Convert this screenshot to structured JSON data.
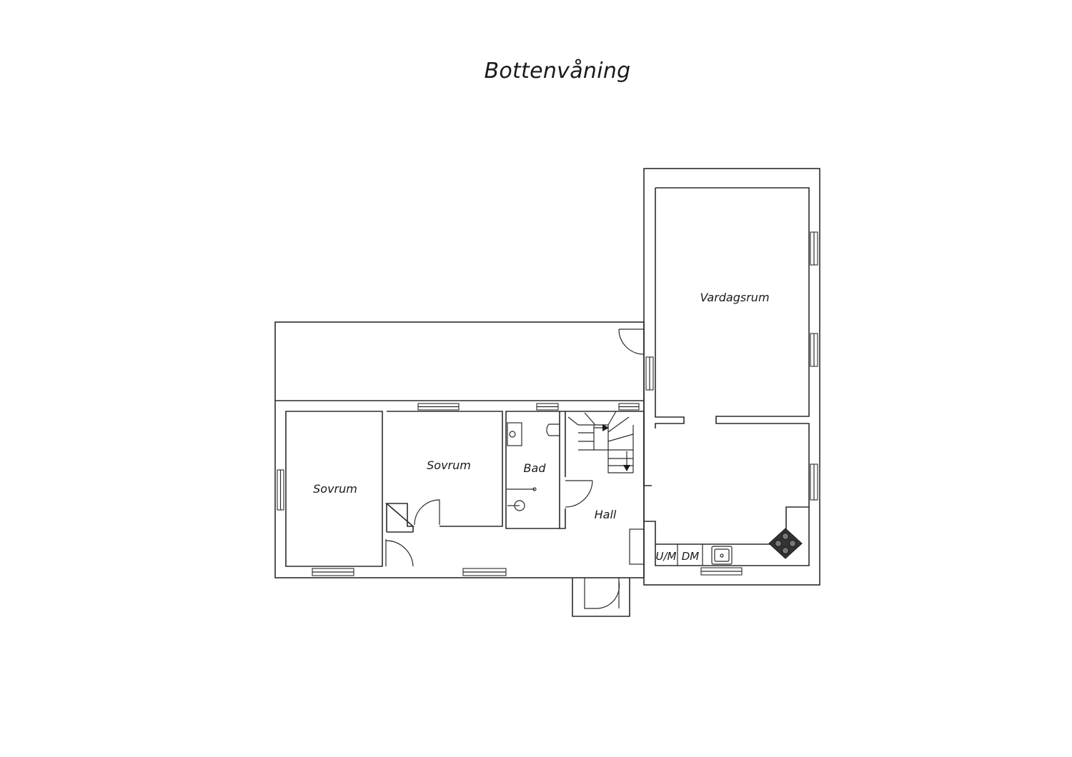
{
  "title": "Bottenvåning",
  "rooms": {
    "vardagsrum": "Vardagsrum",
    "sovrum_left": "Sovrum",
    "sovrum_mid": "Sovrum",
    "bad": "Bad",
    "hall": "Hall"
  },
  "appliances": {
    "um": "U/M",
    "dm": "DM"
  }
}
